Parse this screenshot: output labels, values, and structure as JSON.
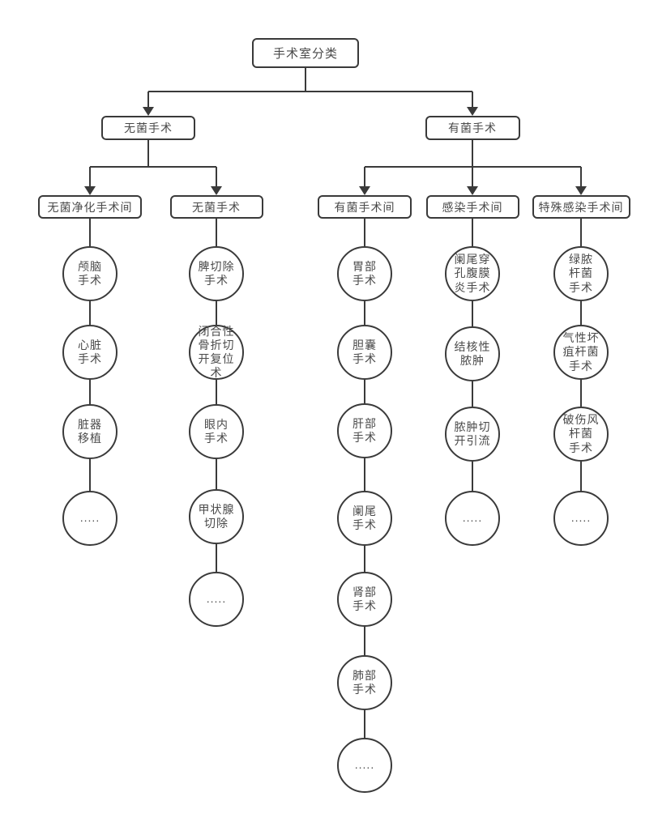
{
  "diagram": {
    "title": "手术室分类",
    "root": {
      "label": "手术室分类"
    },
    "branches": [
      {
        "label": "无菌手术",
        "rooms": [
          {
            "label": "无菌净化手术间",
            "surgeries": [
              "颅脑\n手术",
              "心脏\n手术",
              "脏器\n移植",
              "....."
            ]
          },
          {
            "label": "无菌手术",
            "surgeries": [
              "脾切除\n手术",
              "闭合性\n骨折切\n开复位\n术",
              "眼内\n手术",
              "甲状腺\n切除",
              "....."
            ]
          }
        ]
      },
      {
        "label": "有菌手术",
        "rooms": [
          {
            "label": "有菌手术间",
            "surgeries": [
              "胃部\n手术",
              "胆囊\n手术",
              "肝部\n手术",
              "阑尾\n手术",
              "肾部\n手术",
              "肺部\n手术",
              "....."
            ]
          },
          {
            "label": "感染手术间",
            "surgeries": [
              "阑尾穿\n孔腹膜\n炎手术",
              "结核性\n脓肿",
              "脓肿切\n开引流",
              "....."
            ]
          },
          {
            "label": "特殊感染手术间",
            "surgeries": [
              "绿脓\n杆菌\n手术",
              "气性坏\n疽杆菌\n手术",
              "破伤风\n杆菌\n手术",
              "....."
            ]
          }
        ]
      }
    ],
    "colors": {
      "line": "#3a3a3a",
      "border": "#3a3a3a",
      "text": "#4a4a4a",
      "background": "#ffffff"
    }
  }
}
